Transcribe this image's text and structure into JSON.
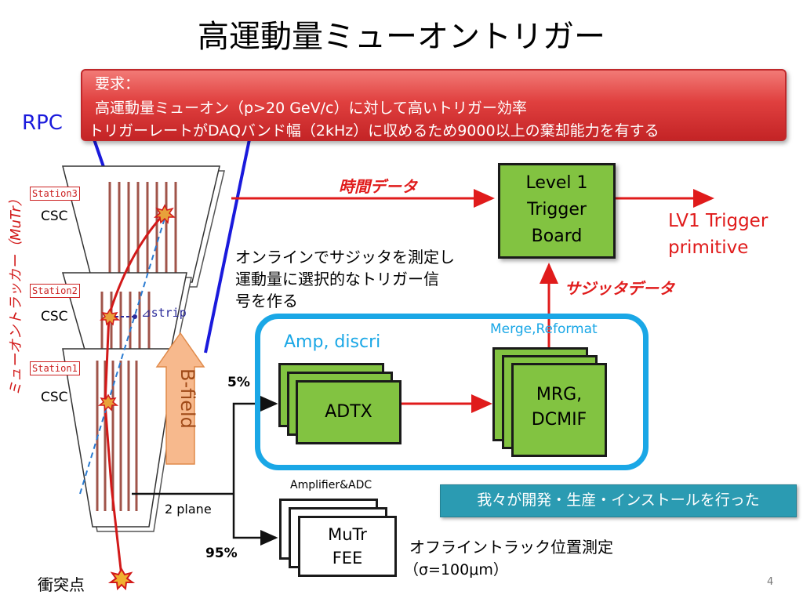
{
  "slide": {
    "title": "高運動量ミューオントリガー",
    "page_number": "4"
  },
  "requirements": {
    "heading": "要求：",
    "line1": "高運動量ミューオン（p>20 GeV/c）に対して高いトリガー効率",
    "line2": "トリガーレートがDAQバンド幅（2kHz）に収めるため9000以上の棄却能力を有する"
  },
  "detector": {
    "rpc_label": "RPC",
    "mutr_label": "ミューオントラッカー（MuTr）",
    "stations": [
      "Station3",
      "Station2",
      "Station1"
    ],
    "csc_label": "CSC",
    "strip_label": "⊿strip",
    "bfield_label": "B-field",
    "collision_point": "衝突点"
  },
  "flow": {
    "time_data": "時間データ",
    "sagitta_data": "サジッタデータ",
    "online_note_1": "オンラインでサジッタを測定し",
    "online_note_2": "運動量に選択的なトリガー信",
    "online_note_3": "号を作る",
    "amp_discri": "Amp, discri",
    "merge_reformat": "Merge,Reformat",
    "pct_5": "5%",
    "pct_95": "95%",
    "two_plane": "2 plane",
    "amp_adc": "Amplifier&ADC",
    "offline_note": "オフライントラック位置測定",
    "resolution": "（σ=100μm）"
  },
  "boxes": {
    "level1_line1": "Level 1",
    "level1_line2": "Trigger",
    "level1_line3": "Board",
    "adtx": "ADTX",
    "mrg_line1": "MRG,",
    "mrg_line2": "DCMIF",
    "mutr_fee_line1": "MuTr",
    "mutr_fee_line2": "FEE"
  },
  "output": {
    "lv1_line1": "LV1 Trigger",
    "lv1_line2": "primitive"
  },
  "badge": {
    "text": "我々が開発・生産・インストールを行った"
  },
  "colors": {
    "red_arrow": "#e01b1b",
    "green_box": "#82c341",
    "blue_frame": "#1aa7e6",
    "rpc_blue": "#1a1adc",
    "teal_badge": "#2b9bb2",
    "requirement_red": "#e0403f"
  }
}
